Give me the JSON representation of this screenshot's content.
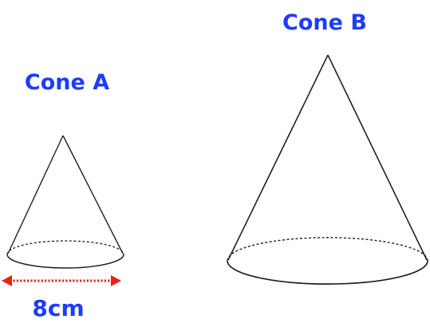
{
  "cones": {
    "a": {
      "label": "Cone A",
      "dimension": "8cm"
    },
    "b": {
      "label": "Cone B"
    }
  },
  "colors": {
    "label": "#1e3cff",
    "dimension_arrow": "#e8221a",
    "outline": "#222222"
  }
}
